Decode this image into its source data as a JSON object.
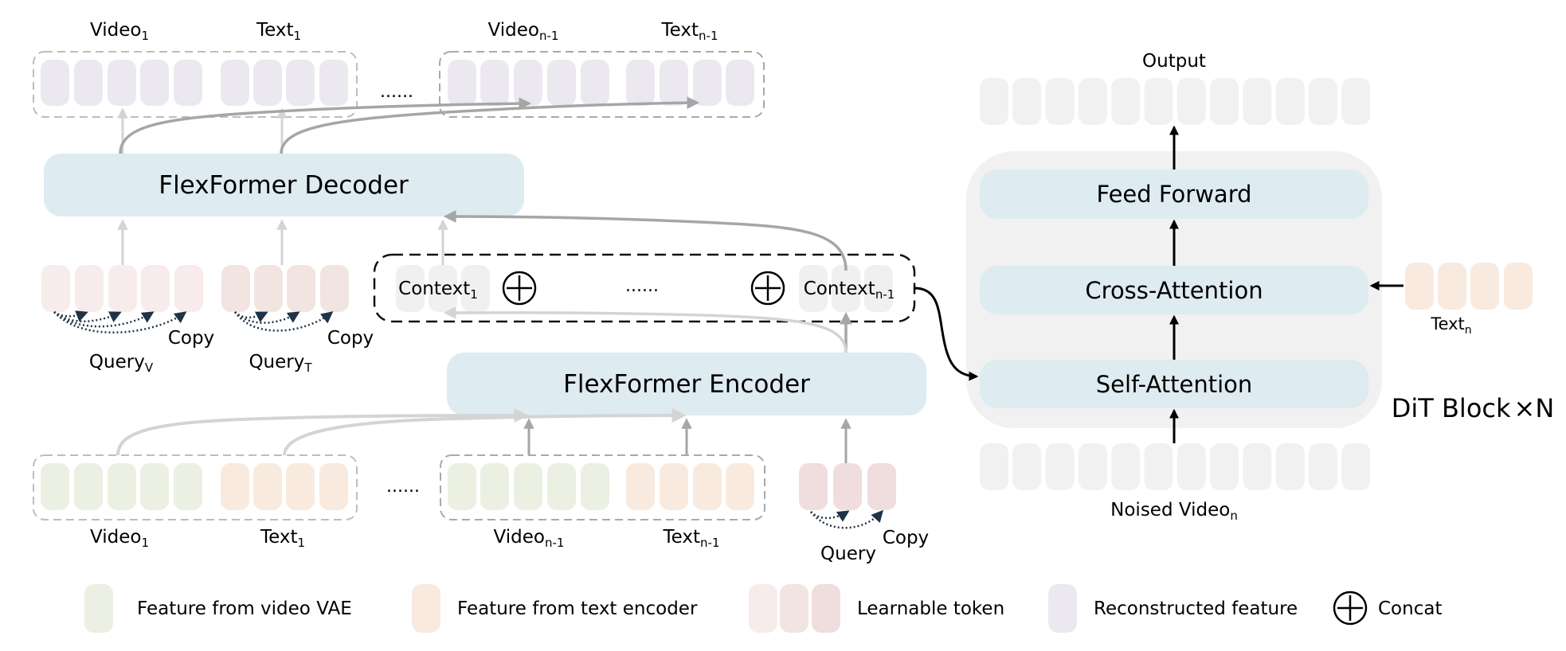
{
  "colors": {
    "video_token": "#ebf0e2",
    "text_token": "#f9eadf",
    "learnable_token_v": "#f7eceb",
    "learnable_token_t": "#f1e4e1",
    "learnable_token_q": "#efdedd",
    "reconstructed_token": "#ebe9ef",
    "neutral_token": "#f1f1f1",
    "context_token": "#f0f0f0",
    "module_fill": "#deebf1",
    "dit_block_fill": "#f1f1f1",
    "arrow_light": "#d4d4d4",
    "arrow_mid": "#a6a6a6",
    "arrow_dark": "#000000",
    "copy_arrow": "#1f3347",
    "dashed_border": "#a9a9a9"
  },
  "top_reconstructed": {
    "groups": [
      {
        "video_label": "Video",
        "video_sub": "1",
        "text_label": "Text",
        "text_sub": "1"
      },
      {
        "video_label": "Video",
        "video_sub": "n-1",
        "text_label": "Text",
        "text_sub": "n-1"
      }
    ],
    "ellipsis": "......"
  },
  "decoder": {
    "label": "FlexFormer Decoder"
  },
  "encoder": {
    "label": "FlexFormer Encoder"
  },
  "queries": {
    "video": {
      "label": "Query",
      "sub": "V",
      "copy": "Copy"
    },
    "text": {
      "label": "Query",
      "sub": "T",
      "copy": "Copy"
    },
    "encoder_query": {
      "label": "Query",
      "copy": "Copy"
    }
  },
  "context": {
    "first": {
      "label": "Context",
      "sub": "1"
    },
    "last": {
      "label": "Context",
      "sub": "n-1"
    },
    "ellipsis": "......",
    "concat_symbol": "+"
  },
  "bottom_inputs": {
    "groups": [
      {
        "video_label": "Video",
        "video_sub": "1",
        "text_label": "Text",
        "text_sub": "1"
      },
      {
        "video_label": "Video",
        "video_sub": "n-1",
        "text_label": "Text",
        "text_sub": "n-1"
      }
    ],
    "ellipsis": "......"
  },
  "dit": {
    "output_label": "Output",
    "feed_forward": "Feed Forward",
    "cross_attention": "Cross-Attention",
    "self_attention": "Self-Attention",
    "noised_label": "Noised Video",
    "noised_sub": "n",
    "text_label": "Text",
    "text_sub": "n",
    "block_label": "DiT Block",
    "block_times": "×",
    "block_count": "N"
  },
  "legend": [
    {
      "id": "video",
      "label": "Feature from video VAE"
    },
    {
      "id": "text",
      "label": "Feature from text encoder"
    },
    {
      "id": "learnable",
      "label": "Learnable token"
    },
    {
      "id": "reconstructed",
      "label": "Reconstructed feature"
    },
    {
      "id": "concat",
      "label": "Concat"
    }
  ]
}
